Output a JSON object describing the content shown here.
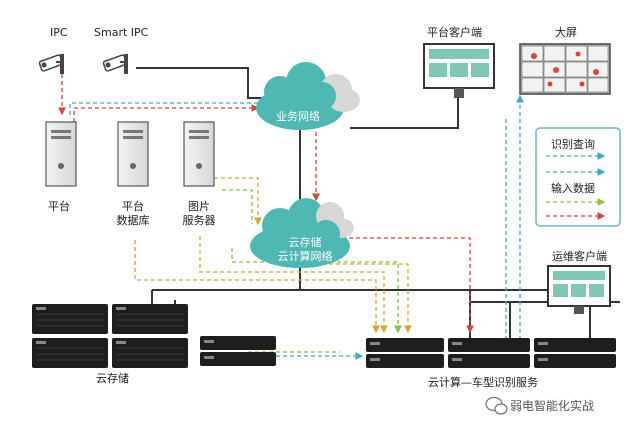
{
  "labels": {
    "ipc": "IPC",
    "smart_ipc": "Smart IPC",
    "platform_client": "平台客户端",
    "big_screen": "大屏",
    "business_network": "业务网络",
    "cloud_storage_network_1": "云存储",
    "cloud_storage_network_2": "云计算网络",
    "platform": "平台",
    "platform_db_1": "平台",
    "platform_db_2": "数据库",
    "image_server_1": "图片",
    "image_server_2": "服务器",
    "ops_client": "运维客户端",
    "cloud_storage": "云存储",
    "cloud_compute_service": "云计算—车型识别服务",
    "watermark": "弱电智能化实战"
  },
  "legend": {
    "identify_query": "识别查询",
    "input_data": "输入数据"
  },
  "colors": {
    "network_cloud": "#4db8b3",
    "line_dark": "#333333",
    "red_dash": "#d9453a",
    "blue_dash": "#3fa9c9",
    "orange_dash": "#d9a23a",
    "green_dash": "#8cbf3f",
    "teal_screen": "#7fc8b6",
    "legend_border": "#6cb6c8"
  }
}
